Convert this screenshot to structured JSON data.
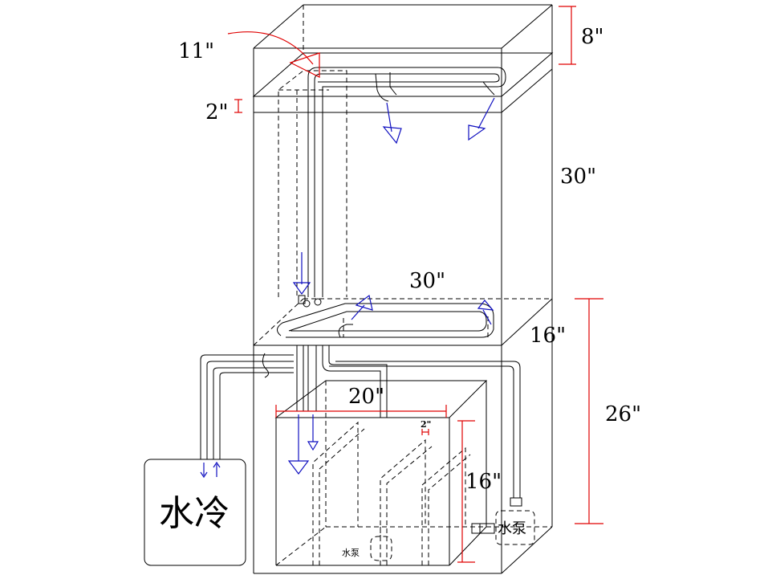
{
  "dimensions": {
    "top_hood_height": "8\"",
    "overflow_depth": "11\"",
    "lip_height": "2\"",
    "tank_height": "30\"",
    "tank_length": "30\"",
    "tank_depth": "16\"",
    "stand_height": "26\"",
    "sump_length": "20\"",
    "baffle_gap": "2\"",
    "sump_height": "16\""
  },
  "devices": {
    "chiller_label": "水冷",
    "pump_label": "水泵",
    "return_pump_label": "水泵"
  },
  "colors": {
    "outline": "#000000",
    "dimension": "#e00000",
    "flow_arrow": "#1010c0"
  }
}
